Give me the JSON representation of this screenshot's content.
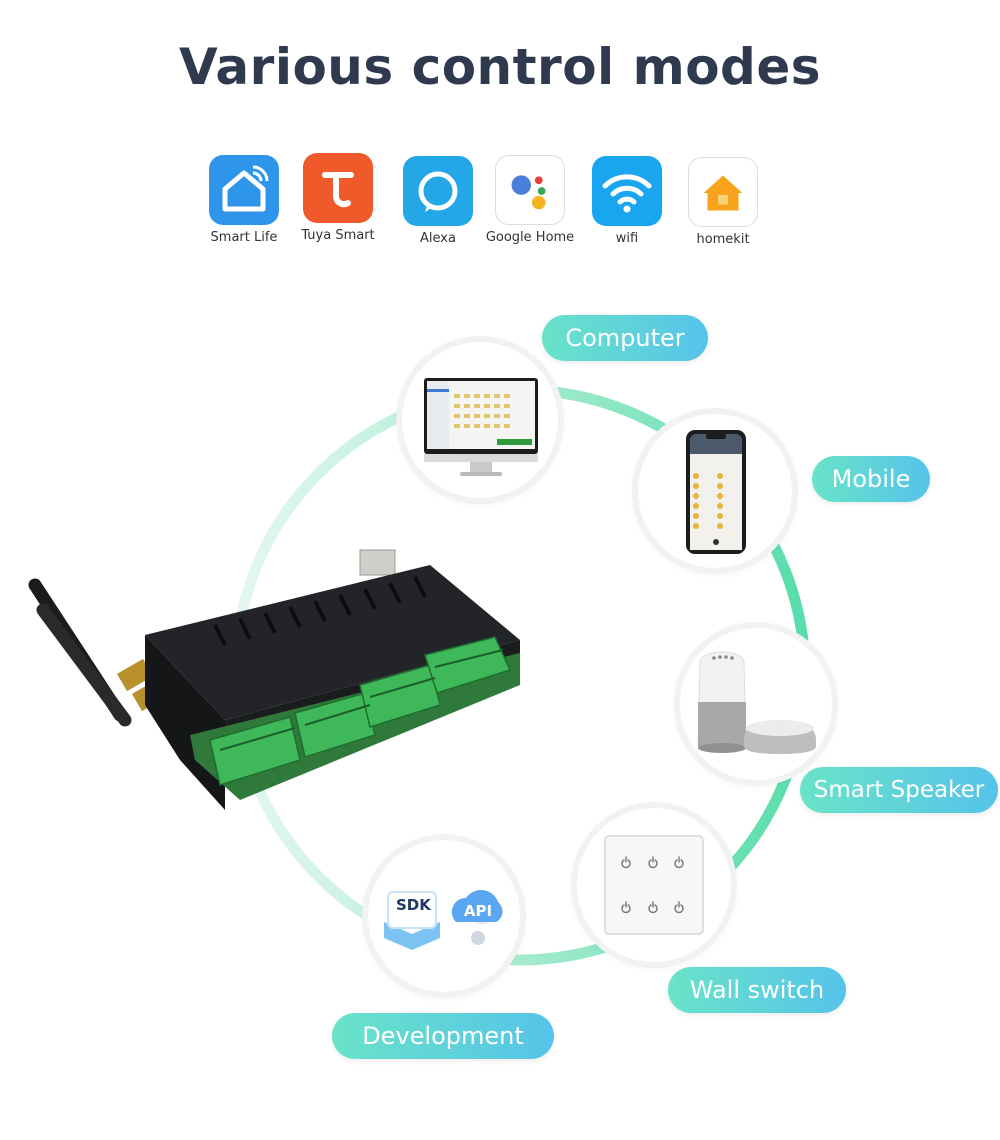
{
  "title": "Various control modes",
  "apps": [
    {
      "label": "Smart Life",
      "icon": "smart-life-icon"
    },
    {
      "label": "Tuya Smart",
      "icon": "tuya-smart-icon"
    },
    {
      "label": "Alexa",
      "icon": "alexa-icon"
    },
    {
      "label": "Google Home",
      "icon": "google-home-icon"
    },
    {
      "label": "wifi",
      "icon": "wifi-icon"
    },
    {
      "label": "homekit",
      "icon": "homekit-icon"
    }
  ],
  "modes": {
    "computer": "Computer",
    "mobile": "Mobile",
    "speaker": "Smart Speaker",
    "wall": "Wall switch",
    "dev": "Development"
  },
  "dev_badges": {
    "sdk": "SDK",
    "api": "API"
  },
  "colors": {
    "title": "#2f3a4f",
    "pill_start": "#69e3c8",
    "pill_end": "#56c3ea",
    "ring": "#5fe0b4"
  }
}
